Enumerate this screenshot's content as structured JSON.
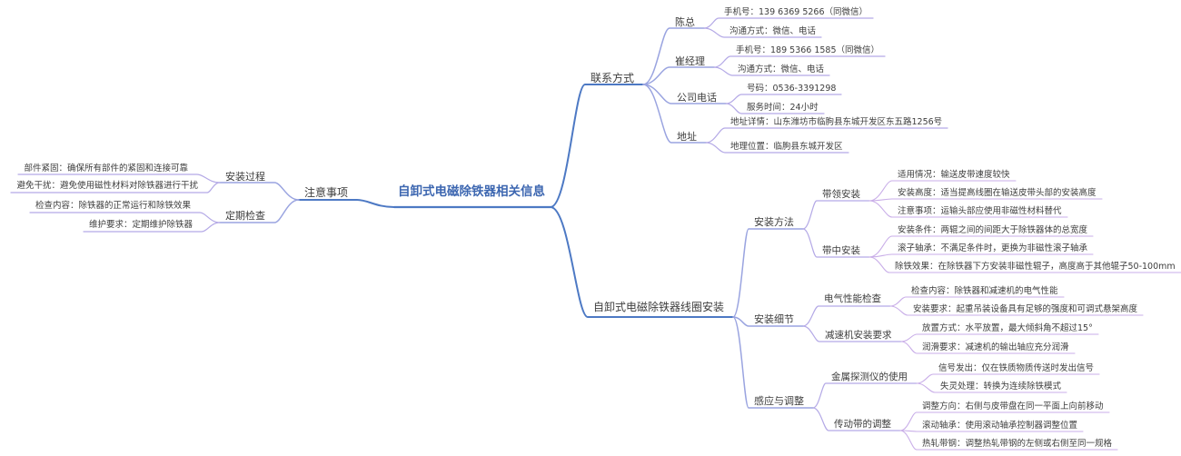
{
  "colors": {
    "background": "#ffffff",
    "title_text": "#3c66b0",
    "node_text": "#3d3d3d",
    "level1_line": "#4d79c4",
    "level2_line": "#9aa4e0",
    "level3_line": "#b4a9e6",
    "level4_line": "#c9aee8"
  },
  "mindmap": {
    "root": {
      "label": "自卸式电磁除铁器相关信息",
      "branches": [
        {
          "label": "联系方式",
          "children": [
            {
              "label": "陈总",
              "children": [
                {
                  "label": "手机号：139 6369 5266（同微信）"
                },
                {
                  "label": "沟通方式：微信、电话"
                }
              ]
            },
            {
              "label": "崔经理",
              "children": [
                {
                  "label": "手机号：189 5366 1585（同微信）"
                },
                {
                  "label": "沟通方式：微信、电话"
                }
              ]
            },
            {
              "label": "公司电话",
              "children": [
                {
                  "label": "号码：0536-3391298"
                },
                {
                  "label": "服务时间：24小时"
                }
              ]
            },
            {
              "label": "地址",
              "children": [
                {
                  "label": "地址详情：山东潍坊市临朐县东城开发区东五路1256号"
                },
                {
                  "label": "地理位置：临朐县东城开发区"
                }
              ]
            }
          ]
        },
        {
          "label": "自卸式电磁除铁器线圈安装",
          "children": [
            {
              "label": "安装方法",
              "children": [
                {
                  "label": "带领安装",
                  "children": [
                    {
                      "label": "适用情况：输送皮带速度较快"
                    },
                    {
                      "label": "安装高度：适当提高线圈在输送皮带头部的安装高度"
                    },
                    {
                      "label": "注意事项：运输头部应使用非磁性材料替代"
                    }
                  ]
                },
                {
                  "label": "带中安装",
                  "children": [
                    {
                      "label": "安装条件：两辊之间的间距大于除铁器体的总宽度"
                    },
                    {
                      "label": "滚子轴承：不满足条件时，更换为非磁性滚子轴承"
                    },
                    {
                      "label": "除铁效果：在除铁器下方安装非磁性辊子，高度高于其他辊子50-100mm"
                    }
                  ]
                }
              ]
            },
            {
              "label": "安装细节",
              "children": [
                {
                  "label": "电气性能检查",
                  "children": [
                    {
                      "label": "检查内容：除铁器和减速机的电气性能"
                    },
                    {
                      "label": "安装要求：起重吊装设备具有足够的强度和可调式悬架高度"
                    }
                  ]
                },
                {
                  "label": "减速机安装要求",
                  "children": [
                    {
                      "label": "放置方式：水平放置，最大倾斜角不超过15°"
                    },
                    {
                      "label": "润滑要求：减速机的输出轴应充分润滑"
                    }
                  ]
                }
              ]
            },
            {
              "label": "感应与调整",
              "children": [
                {
                  "label": "金属探测仪的使用",
                  "children": [
                    {
                      "label": "信号发出：仅在铁质物质传送时发出信号"
                    },
                    {
                      "label": "失灵处理：转换为连续除铁模式"
                    }
                  ]
                },
                {
                  "label": "传动带的调整",
                  "children": [
                    {
                      "label": "调整方向：右侧与皮带盘在同一平面上向前移动"
                    },
                    {
                      "label": "滚动轴承：使用滚动轴承控制器调整位置"
                    },
                    {
                      "label": "热轧带钢：调整热轧带钢的左侧或右侧至同一规格"
                    }
                  ]
                }
              ]
            }
          ]
        },
        {
          "label": "注意事项",
          "children": [
            {
              "label": "安装过程",
              "children": [
                {
                  "label": "部件紧固：确保所有部件的紧固和连接可靠"
                },
                {
                  "label": "避免干扰：避免使用磁性材料对除铁器进行干扰"
                }
              ]
            },
            {
              "label": "定期检查",
              "children": [
                {
                  "label": "检查内容：除铁器的正常运行和除铁效果"
                },
                {
                  "label": "维护要求：定期维护除铁器"
                }
              ]
            }
          ]
        }
      ]
    }
  }
}
